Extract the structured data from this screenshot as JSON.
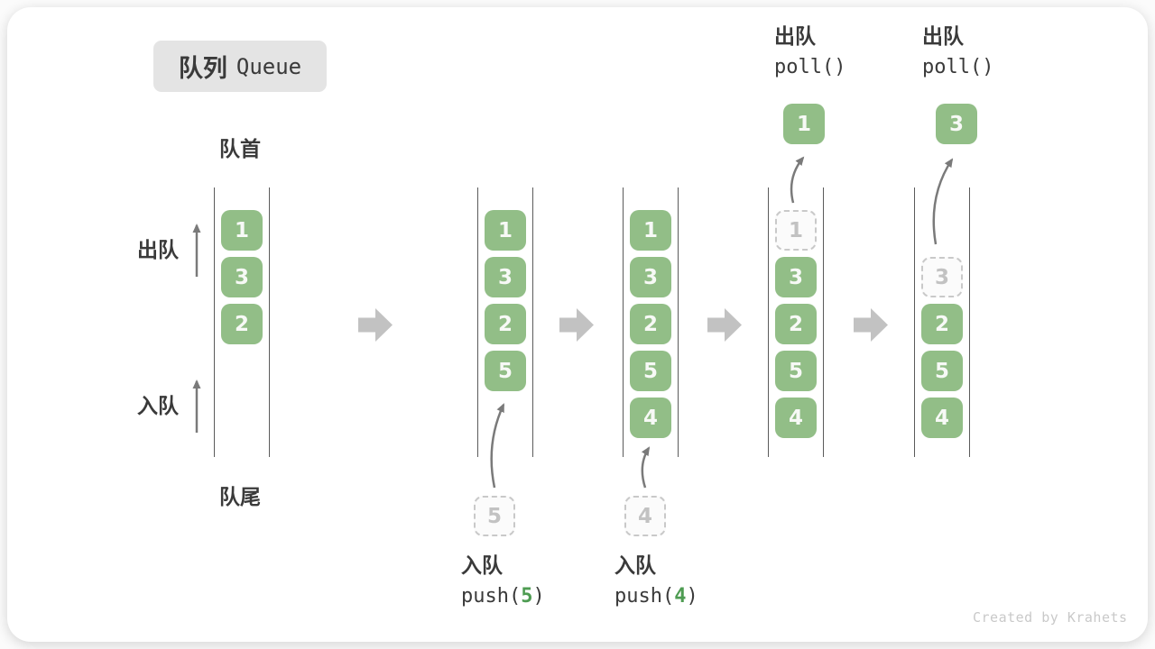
{
  "title": {
    "zh": "队列",
    "en": "Queue"
  },
  "side_labels": {
    "front": "队首",
    "rear": "队尾",
    "dequeue": "出队",
    "enqueue": "入队"
  },
  "ops": {
    "dequeue": [
      {
        "label": "出队",
        "code": "poll()",
        "value": "1"
      },
      {
        "label": "出队",
        "code": "poll()",
        "value": "3"
      }
    ],
    "enqueue": [
      {
        "label": "入队",
        "code_pre": "push(",
        "value": "5",
        "code_post": ")"
      },
      {
        "label": "入队",
        "code_pre": "push(",
        "value": "4",
        "code_post": ")"
      }
    ]
  },
  "columns": [
    {
      "boxes": [
        {
          "value": "1",
          "row": 0
        },
        {
          "value": "3",
          "row": 1
        },
        {
          "value": "2",
          "row": 2
        }
      ]
    },
    {
      "boxes": [
        {
          "value": "1",
          "row": 0
        },
        {
          "value": "3",
          "row": 1
        },
        {
          "value": "2",
          "row": 2
        },
        {
          "value": "5",
          "row": 3
        }
      ],
      "incoming": "5"
    },
    {
      "boxes": [
        {
          "value": "1",
          "row": 0
        },
        {
          "value": "3",
          "row": 1
        },
        {
          "value": "2",
          "row": 2
        },
        {
          "value": "5",
          "row": 3
        },
        {
          "value": "4",
          "row": 4
        }
      ],
      "incoming": "4"
    },
    {
      "boxes": [
        {
          "value": "1",
          "row": 0,
          "ghost": true
        },
        {
          "value": "3",
          "row": 1
        },
        {
          "value": "2",
          "row": 2
        },
        {
          "value": "5",
          "row": 3
        },
        {
          "value": "4",
          "row": 4
        }
      ],
      "outgoing": "1"
    },
    {
      "boxes": [
        {
          "value": "3",
          "row": 1,
          "ghost": true
        },
        {
          "value": "2",
          "row": 2
        },
        {
          "value": "5",
          "row": 3
        },
        {
          "value": "4",
          "row": 4
        }
      ],
      "outgoing": "3"
    }
  ],
  "watermark": "Created by Krahets",
  "colors": {
    "box_fill": "#92BE87",
    "box_text": "#F7F9F6",
    "ghost_border": "#C9C9C9",
    "ghost_text": "#C2C2C2",
    "accent_green": "#4E9C52",
    "arrow_gray": "#7A7A7A",
    "block_arrow": "#C2C2C2",
    "text_dark": "#3A3A3A",
    "title_bg": "#E4E4E4",
    "rail_line": "#5B5B5B",
    "watermark": "#C9C9C9"
  }
}
